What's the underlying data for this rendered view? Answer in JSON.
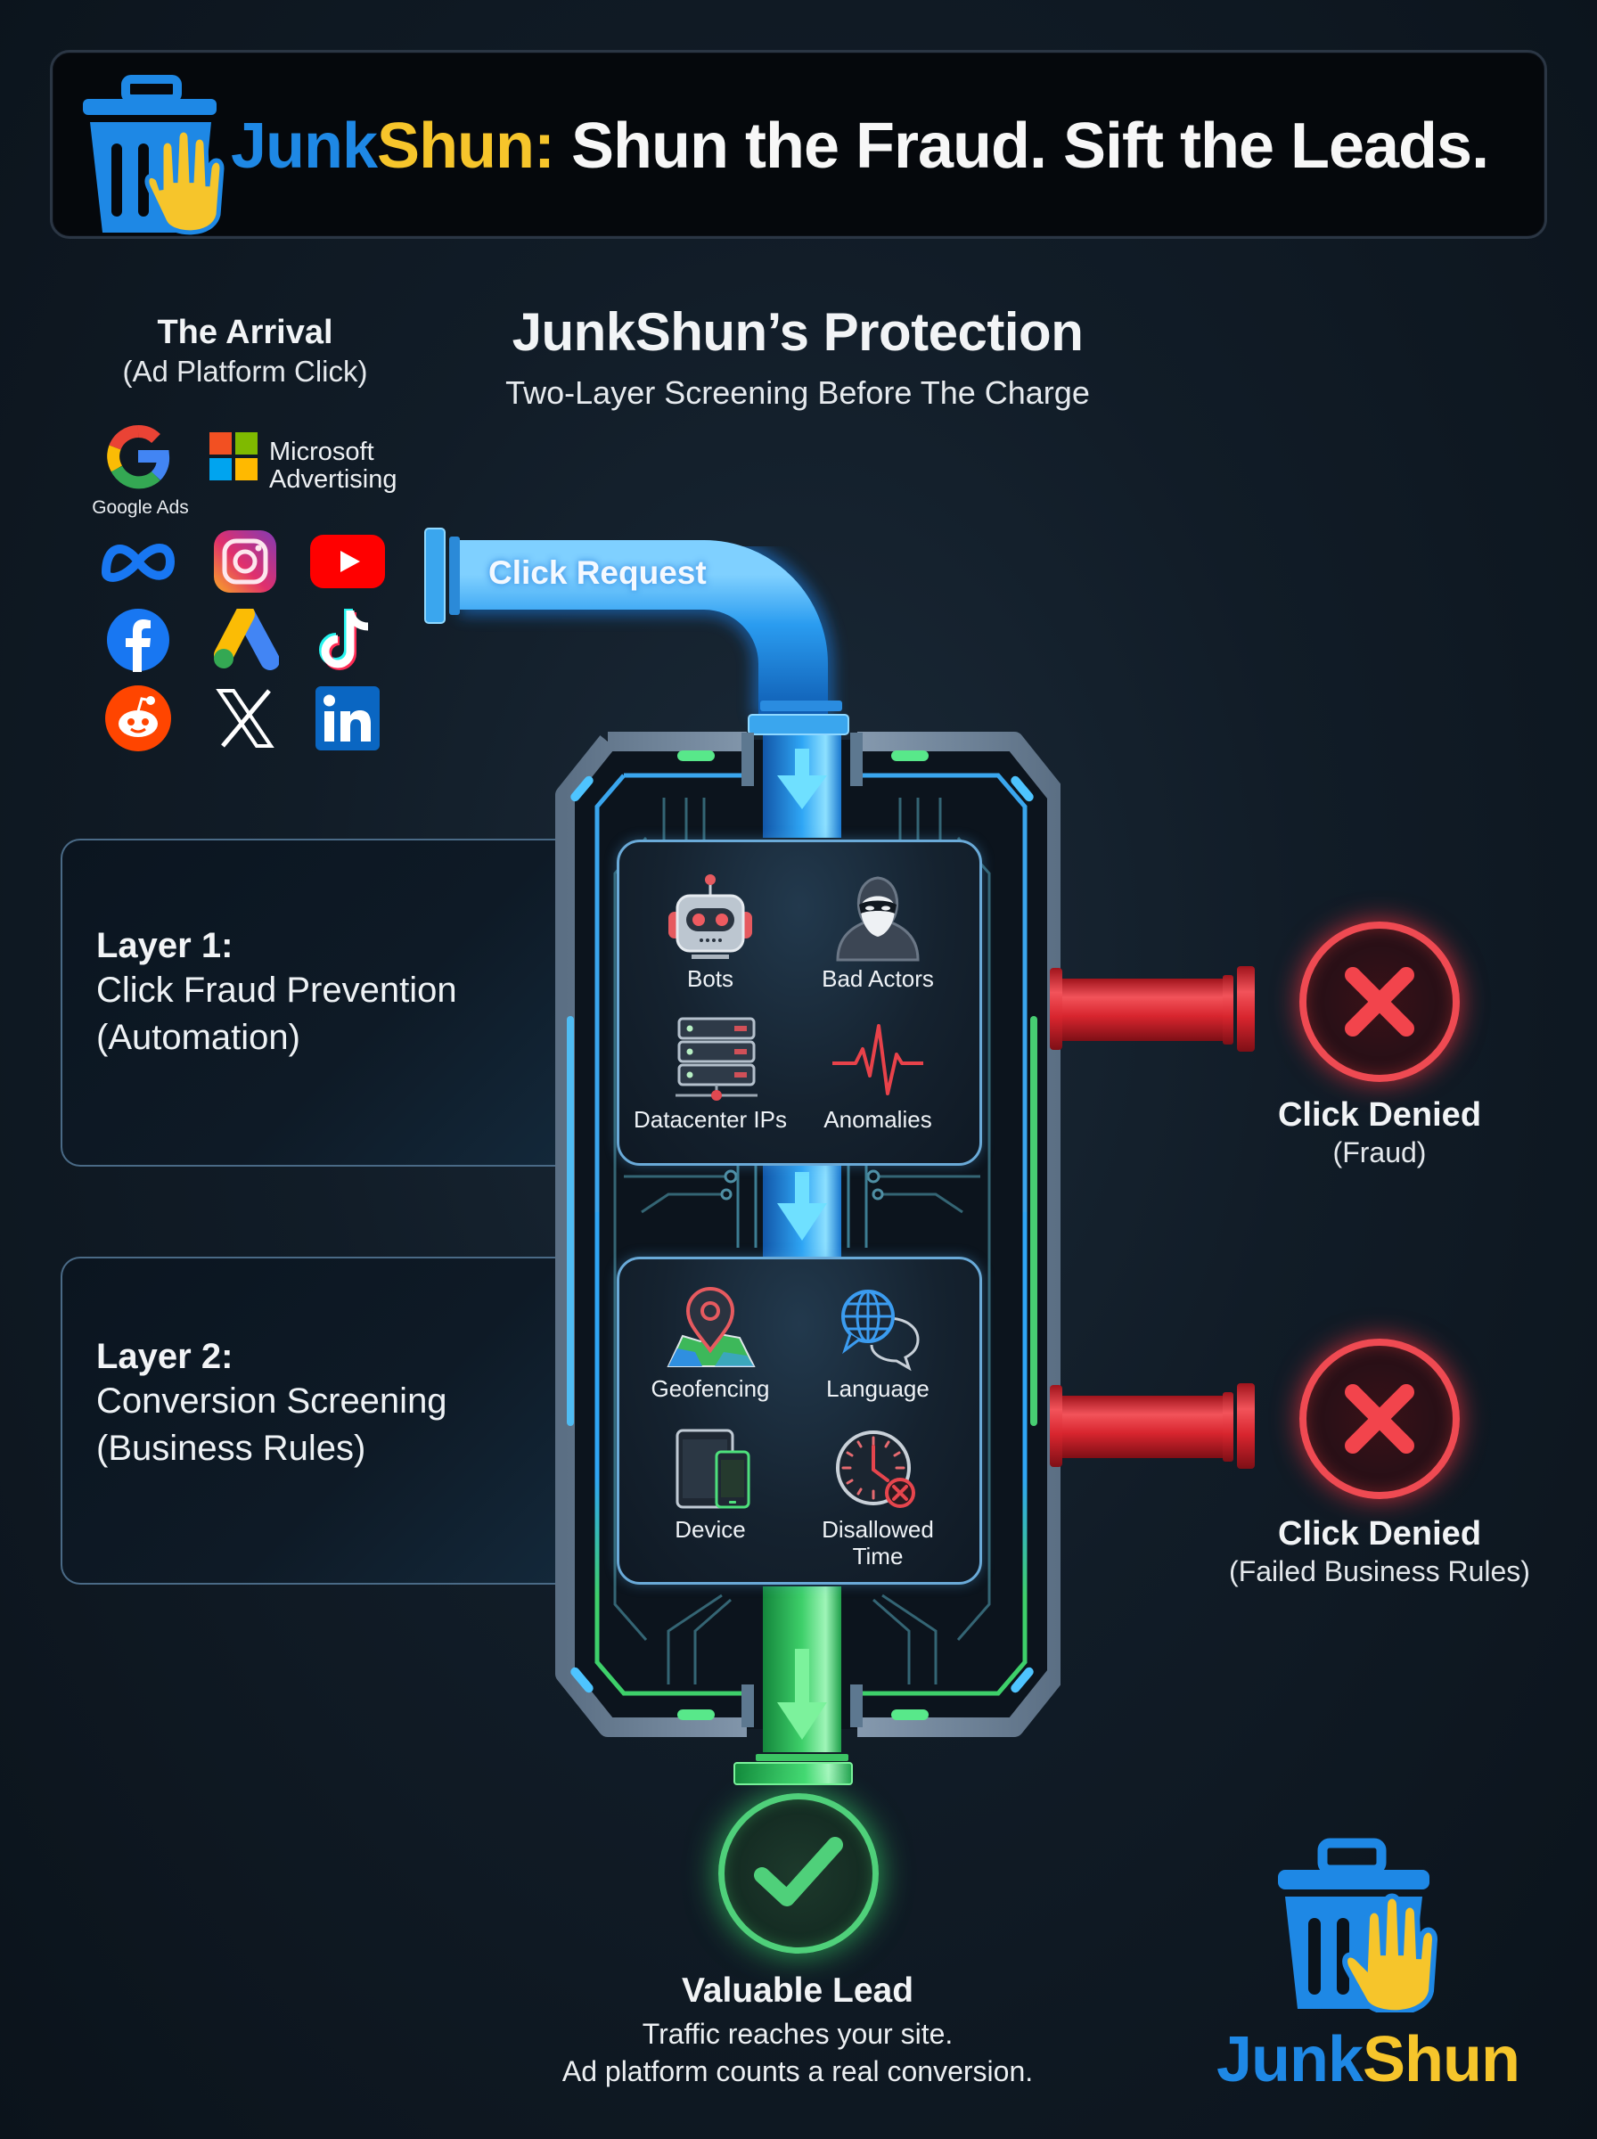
{
  "header": {
    "brand_part1": "Junk",
    "brand_part2": "Shun:",
    "tagline": "Shun the Fraud. Sift the Leads.",
    "logo_icon": "trash-can-with-hand-icon"
  },
  "arrival": {
    "title": "The Arrival",
    "subtitle": "(Ad Platform Click)",
    "platforms": [
      {
        "name": "Google Ads",
        "icon": "google-icon",
        "label": "Google Ads"
      },
      {
        "name": "Microsoft Advertising",
        "icon": "microsoft-icon",
        "label_line1": "Microsoft",
        "label_line2": "Advertising"
      },
      {
        "name": "Meta",
        "icon": "meta-icon"
      },
      {
        "name": "Instagram",
        "icon": "instagram-icon"
      },
      {
        "name": "YouTube",
        "icon": "youtube-icon"
      },
      {
        "name": "Facebook",
        "icon": "facebook-icon"
      },
      {
        "name": "Google Ads (A)",
        "icon": "google-ads-icon"
      },
      {
        "name": "TikTok",
        "icon": "tiktok-icon"
      },
      {
        "name": "Reddit",
        "icon": "reddit-icon"
      },
      {
        "name": "X",
        "icon": "x-icon"
      },
      {
        "name": "LinkedIn",
        "icon": "linkedin-icon"
      }
    ]
  },
  "protection": {
    "title": "JunkShun’s Protection",
    "subtitle": "Two-Layer Screening Before The Charge"
  },
  "pipe": {
    "label": "Click Request",
    "color": "#2a9cf0"
  },
  "layers": [
    {
      "heading": "Layer 1:",
      "line1": "Click Fraud Prevention",
      "line2": "(Automation)",
      "checks": [
        {
          "label": "Bots",
          "icon": "robot-icon"
        },
        {
          "label": "Bad Actors",
          "icon": "hooded-hacker-icon"
        },
        {
          "label": "Datacenter IPs",
          "icon": "server-rack-icon"
        },
        {
          "label": "Anomalies",
          "icon": "heartbeat-spike-icon"
        }
      ]
    },
    {
      "heading": "Layer 2:",
      "line1": "Conversion Screening",
      "line2": "(Business Rules)",
      "checks": [
        {
          "label": "Geofencing",
          "icon": "map-pin-icon"
        },
        {
          "label": "Language",
          "icon": "globe-speech-icon"
        },
        {
          "label": "Device",
          "icon": "tablet-phone-icon"
        },
        {
          "label": "Disallowed",
          "label2": "Time",
          "icon": "clock-denied-icon"
        }
      ]
    }
  ],
  "outcomes": {
    "denied_fraud": {
      "title": "Click Denied",
      "subtitle": "(Fraud)"
    },
    "denied_rules": {
      "title": "Click Denied",
      "subtitle": "(Failed Business Rules)"
    },
    "lead": {
      "title": "Valuable Lead",
      "line1": "Traffic reaches your site.",
      "line2": "Ad platform counts a real conversion."
    }
  },
  "footer_logo": {
    "brand_part1": "Junk",
    "brand_part2": "Shun"
  },
  "colors": {
    "brand_blue": "#1e88e5",
    "brand_yellow": "#f6c52b",
    "deny_red": "#ef4a52",
    "ok_green": "#4fd07a",
    "flow_blue": "#2a9cf0",
    "background": "#111c27"
  }
}
